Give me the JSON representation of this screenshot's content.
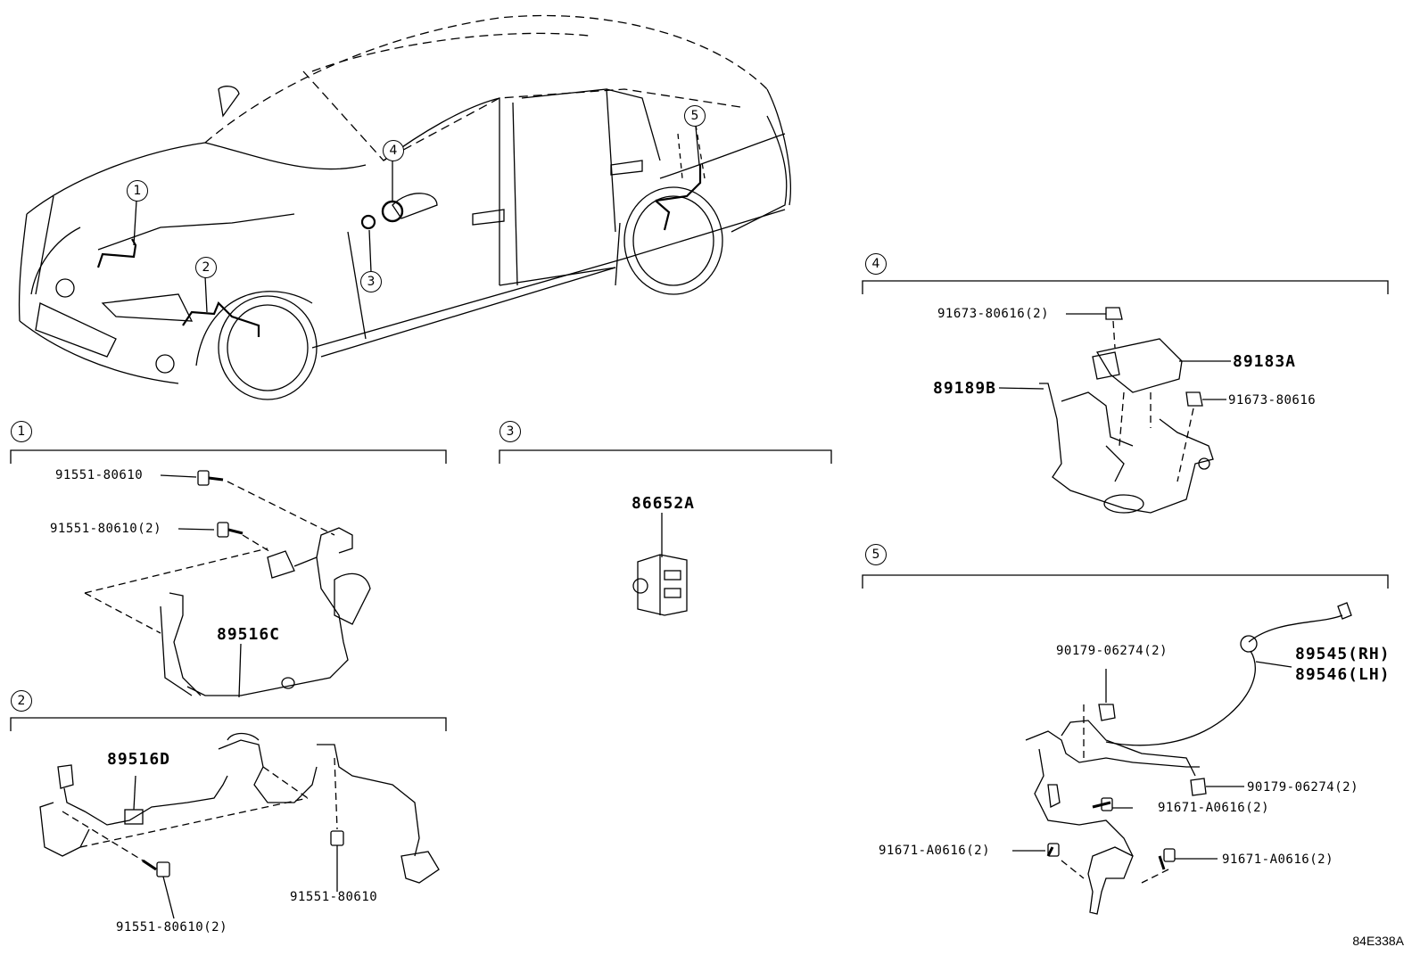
{
  "callouts": {
    "c1": "1",
    "c2": "2",
    "c3": "3",
    "c4": "4",
    "c5": "5"
  },
  "sections": {
    "s1": {
      "number": "1",
      "parts": {
        "bolt_a": "91551-80610",
        "bolt_b": "91551-80610(2)",
        "harness": "89516C"
      }
    },
    "s2": {
      "number": "2",
      "parts": {
        "harness": "89516D",
        "bolt_a": "91551-80610(2)",
        "bolt_b": "91551-80610"
      }
    },
    "s3": {
      "number": "3",
      "parts": {
        "switch": "86652A"
      }
    },
    "s4": {
      "number": "4",
      "parts": {
        "nut_a": "91673-80616(2)",
        "sensor": "89183A",
        "bracket": "89189B",
        "nut_b": "91673-80616"
      }
    },
    "s5": {
      "number": "5",
      "parts": {
        "nut_a": "90179-06274(2)",
        "sensor_rh": "89545(RH)",
        "sensor_lh": "89546(LH)",
        "nut_b": "90179-06274(2)",
        "bolt_a": "91671-A0616(2)",
        "bolt_b": "91671-A0616(2)",
        "bolt_c": "91671-A0616(2)"
      }
    }
  },
  "drawing_code": "84E338A"
}
